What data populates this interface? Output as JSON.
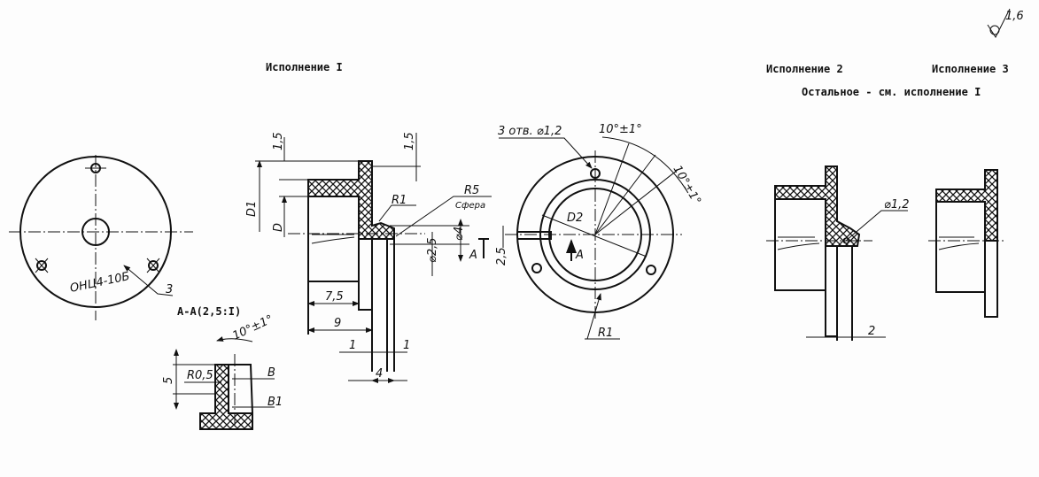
{
  "headings": {
    "variant1": "Исполнение I",
    "variant2": "Исполнение 2",
    "variant3": "Исполнение 3",
    "rest_note": "Остальное - см. исполнение I"
  },
  "roughness": "1,6",
  "end_view": {
    "marking": "ОНЦ4-10Б",
    "callout": "3"
  },
  "section_aa": {
    "title": "А-А(2,5:I)",
    "angle": "10°±1°",
    "height": "5",
    "radius": "R0,5",
    "label_b": "B",
    "label_b1": "B1"
  },
  "side_view": {
    "d1": "D1",
    "d": "D",
    "flange_top": "1,5",
    "flange_right": "1,5",
    "r1": "R1",
    "r5": "R5",
    "sphere": "Сфера",
    "dia4": "⌀4",
    "dia25": "⌀2,5",
    "section_mark": "A",
    "len75": "7,5",
    "len9": "9",
    "gap_left": "1",
    "gap_right": "1",
    "width4": "4"
  },
  "front_view": {
    "holes": "3 отв. ⌀1,2",
    "angle1": "10°±1°",
    "angle2": "10°±1°",
    "d2": "D2",
    "arrow_a": "A",
    "slot": "2,5",
    "r1": "R1"
  },
  "variant2_view": {
    "hole": "⌀1,2",
    "offset": "2"
  }
}
